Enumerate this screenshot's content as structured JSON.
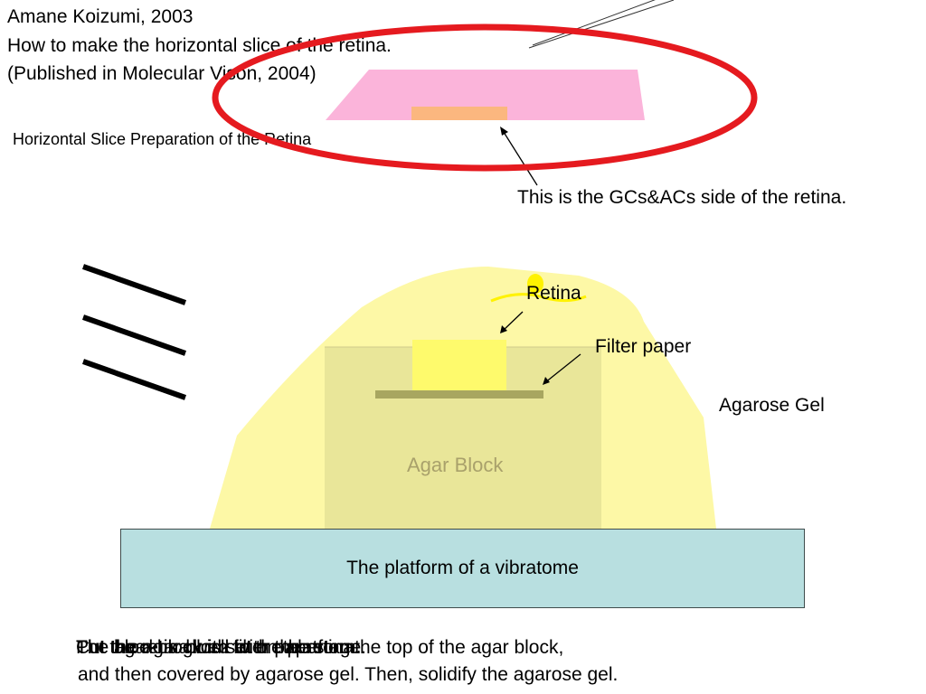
{
  "header": {
    "line1": "Amane Koizumi, 2003",
    "line2": "How to make the horizontal slice of the retina.",
    "line3": "(Published in Molecular Vison, 2004)"
  },
  "slice_title": "Horizontal Slice Preparation of the Retina",
  "gc_note": "This is the GCs&ACs side of the retina.",
  "labels": {
    "retina": "Retina",
    "filter_paper": "Filter paper",
    "agarose_gel": "Agarose Gel",
    "agar_block": "Agar Block",
    "platform": "The platform of a vibratome"
  },
  "caption": {
    "overlapping": [
      "Put the retina with filter paper on the top of the agar block,",
      "Cut the agar block with the retina.",
      "The agar block is set on the stage.",
      "The block is glued to the platform."
    ],
    "line2": "and then covered by agarose gel. Then, solidify the agarose gel."
  },
  "colors": {
    "agarose_gel": "#fdf8a6",
    "agar_block": "#e9e699",
    "retina": "#fefa6c",
    "filter_paper": "#a8a660",
    "platform": "#b8dfe0",
    "slice": "#fbb4da",
    "slice_strip": "#fbb77f",
    "ellipse": "#e51a1f",
    "retina_flap": "#fff200"
  }
}
